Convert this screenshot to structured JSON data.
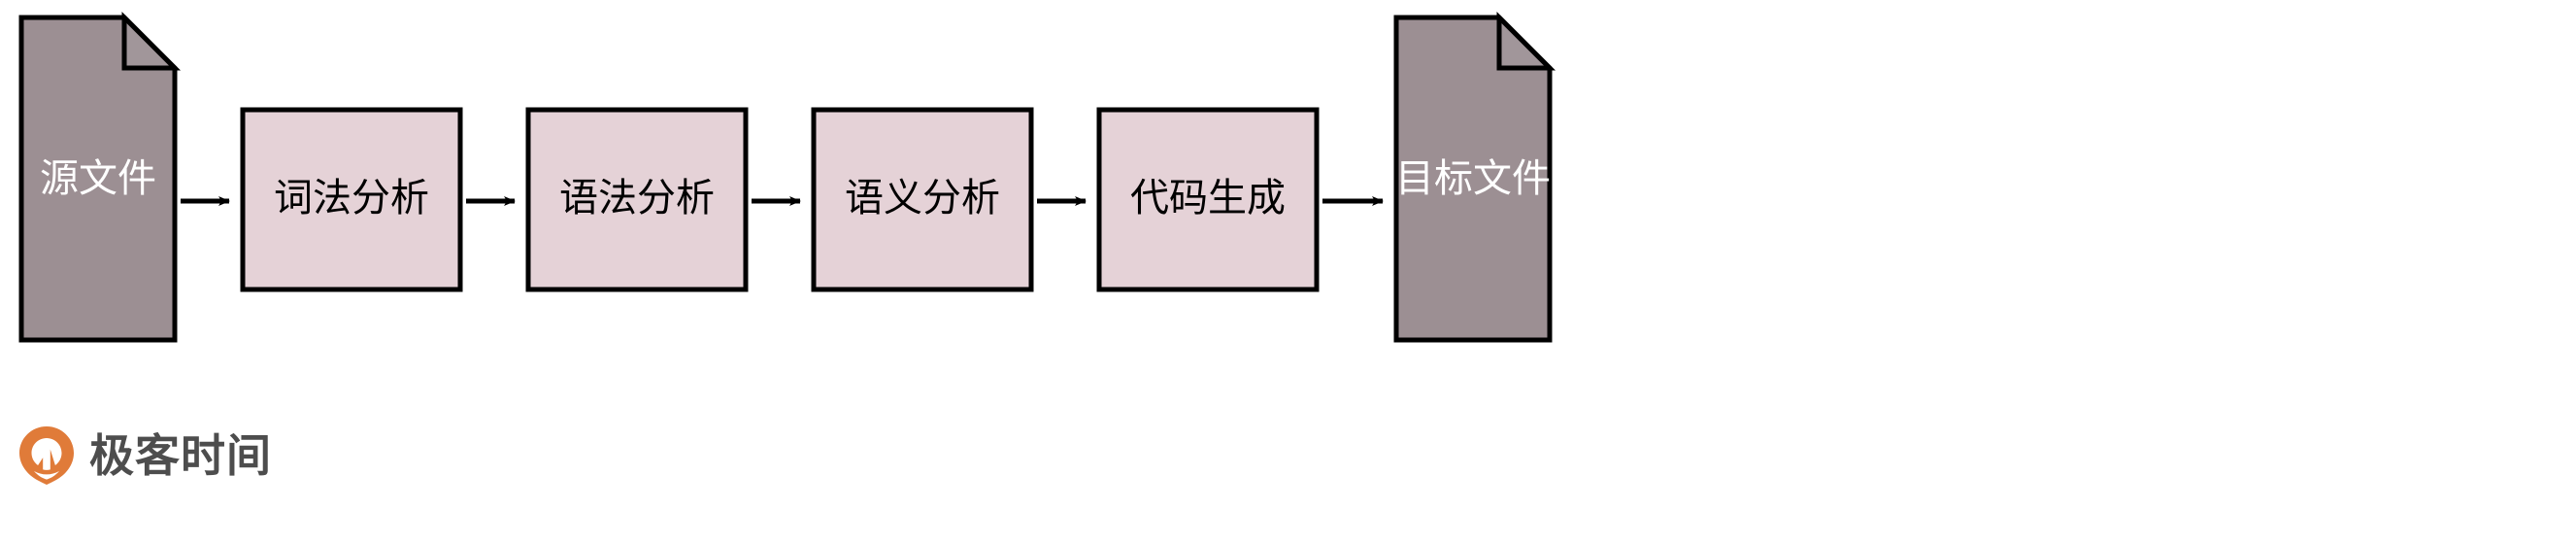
{
  "diagram": {
    "type": "flowchart",
    "orientation": "left-to-right",
    "title": "",
    "colors": {
      "document_fill": "#9c8f93",
      "document_fold": "#a1969a",
      "process_fill": "#e5d2d7",
      "stroke": "#000000",
      "document_text": "#ffffff",
      "process_text": "#000000",
      "brand_orange": "#e07b39",
      "brand_text": "#4d4d4d",
      "background": "#ffffff"
    },
    "nodes": [
      {
        "id": "source-file",
        "shape": "document",
        "label": "源文件"
      },
      {
        "id": "lexical-analysis",
        "shape": "process",
        "label": "词法分析"
      },
      {
        "id": "syntax-analysis",
        "shape": "process",
        "label": "语法分析"
      },
      {
        "id": "semantic-analysis",
        "shape": "process",
        "label": "语义分析"
      },
      {
        "id": "code-generation",
        "shape": "process",
        "label": "代码生成"
      },
      {
        "id": "target-file",
        "shape": "document",
        "label": "目标文件"
      }
    ],
    "edges": [
      {
        "from": "source-file",
        "to": "lexical-analysis",
        "label": ""
      },
      {
        "from": "lexical-analysis",
        "to": "syntax-analysis",
        "label": ""
      },
      {
        "from": "syntax-analysis",
        "to": "semantic-analysis",
        "label": ""
      },
      {
        "from": "semantic-analysis",
        "to": "code-generation",
        "label": ""
      },
      {
        "from": "code-generation",
        "to": "target-file",
        "label": ""
      }
    ]
  },
  "watermark": {
    "brand": "极客时间",
    "logo_icon": "geektime-drop-logo-icon"
  }
}
